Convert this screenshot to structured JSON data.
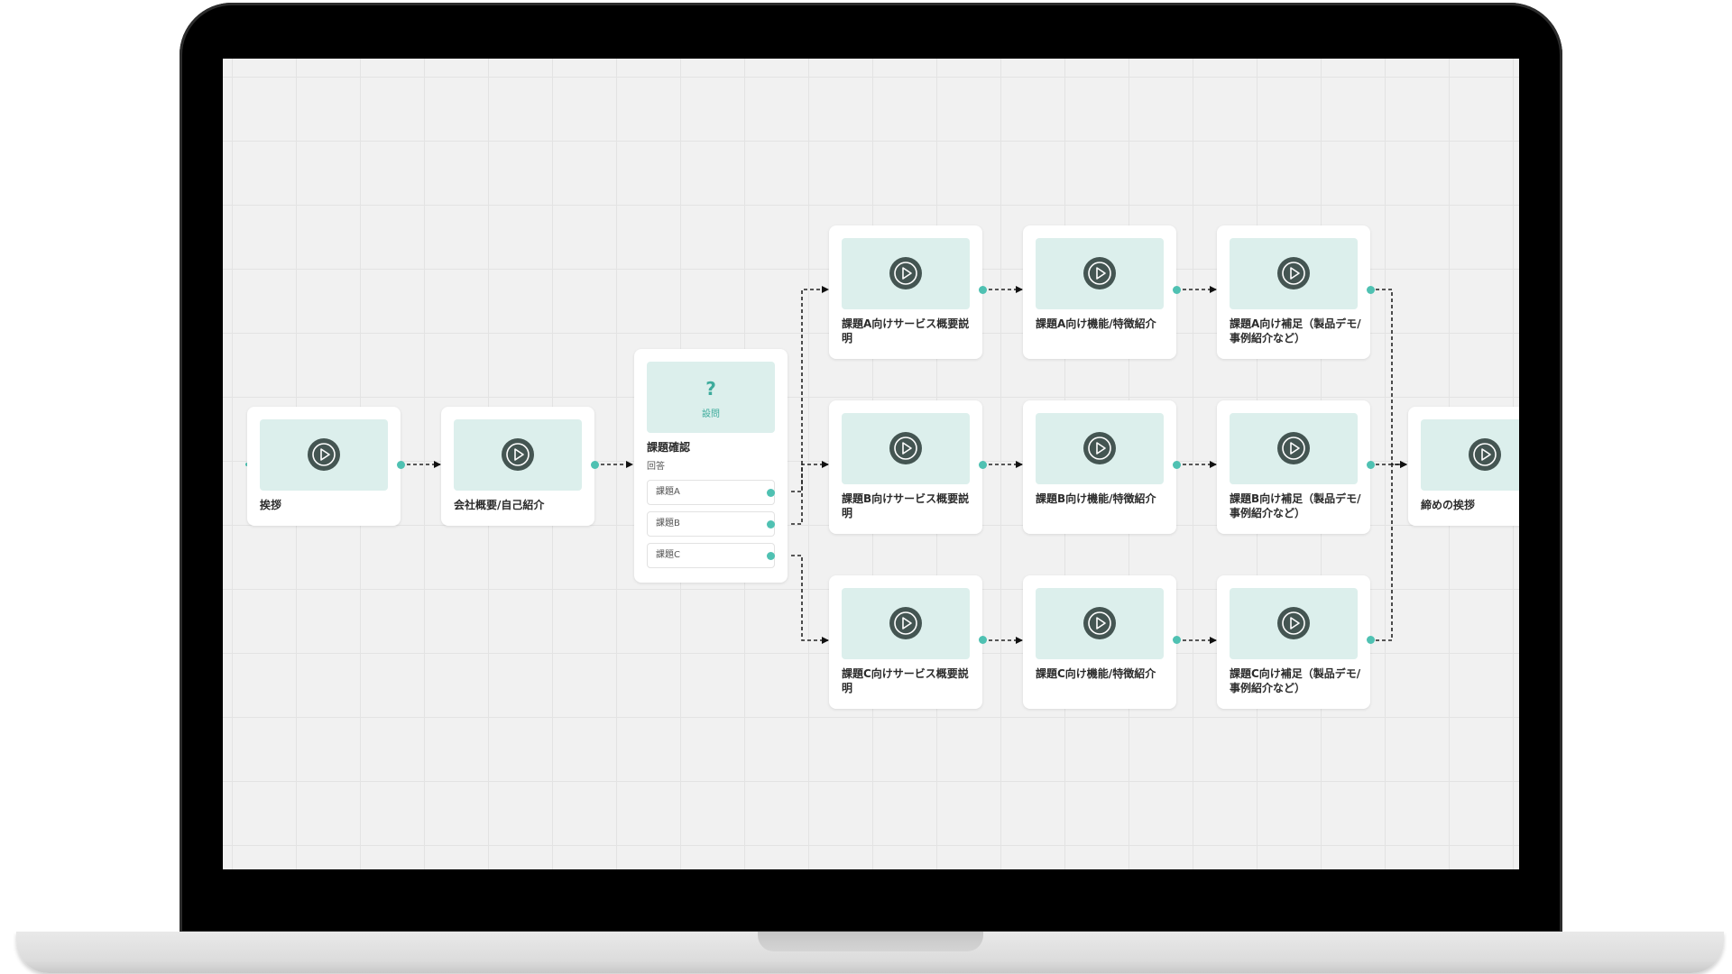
{
  "question": {
    "icon": "?",
    "label": "設問",
    "title": "課題確認",
    "subtitle": "回答",
    "answers": [
      "課題A",
      "課題B",
      "課題C"
    ]
  },
  "nodes": {
    "greeting": "挨拶",
    "company": "会社概要/自己紹介",
    "a1": "課題A向けサービス概要説明",
    "a2": "課題A向け機能/特徴紹介",
    "a3": "課題A向け補足（製品デモ/事例紹介など）",
    "b1": "課題B向けサービス概要説明",
    "b2": "課題B向け機能/特徴紹介",
    "b3": "課題B向け補足（製品デモ/事例紹介など）",
    "c1": "課題C向けサービス概要説明",
    "c2": "課題C向け機能/特徴紹介",
    "c3": "課題C向け補足（製品デモ/事例紹介など）",
    "closing": "締めの挨拶"
  },
  "icons": {
    "video": "play-icon"
  },
  "colors": {
    "accent": "#4fc1b2",
    "thumbnail": "#dcefec",
    "play_button": "#445552",
    "canvas": "#f1f1f1",
    "bezel": "#000000"
  }
}
